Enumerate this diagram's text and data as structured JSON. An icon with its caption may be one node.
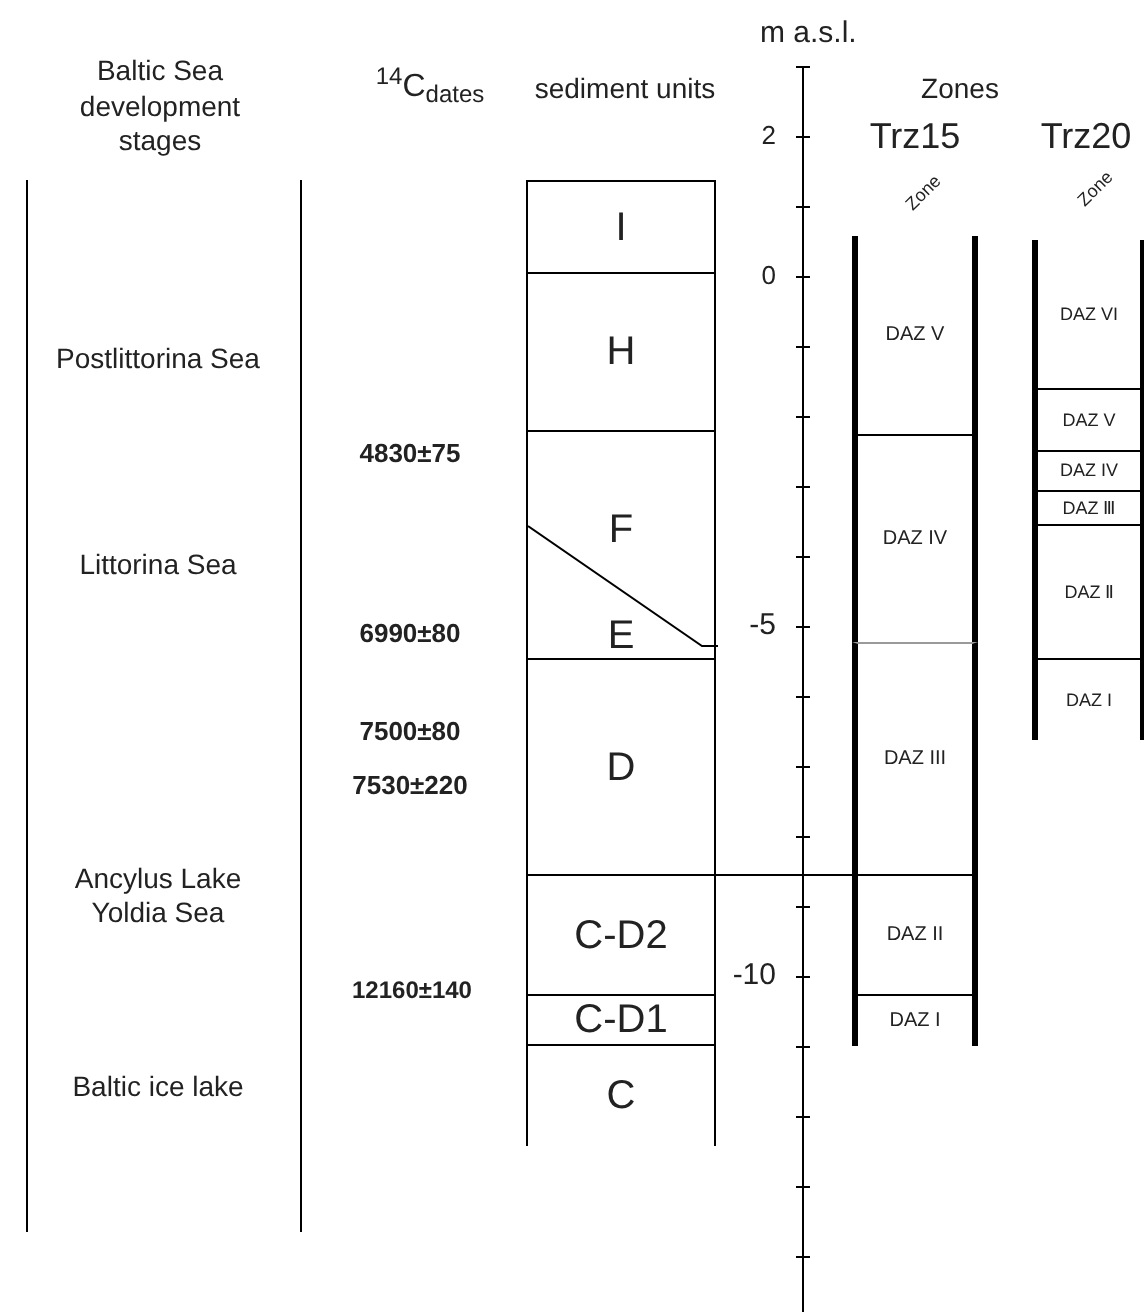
{
  "diagram": {
    "nodes": [
      {
        "text": [
          "I"
        ]
      },
      {
        "text": [
          "H"
        ]
      },
      {
        "text": [
          "F",
          "E"
        ]
      },
      {
        "text": [
          "D"
        ]
      },
      {
        "text": [
          "C-D2"
        ]
      },
      {
        "text": [
          "C-D1"
        ]
      },
      {
        "text": [
          "C"
        ]
      },
      {
        "text": [
          "DAZ V"
        ]
      },
      {
        "text": [
          "DAZ IV"
        ]
      },
      {
        "text": [
          "DAZ III"
        ]
      },
      {
        "text": [
          "DAZ II"
        ]
      },
      {
        "text": [
          "DAZ I"
        ]
      },
      {
        "text": [
          "DAZ VI"
        ]
      },
      {
        "text": [
          "DAZ V"
        ]
      },
      {
        "text": [
          "DAZ IV"
        ]
      },
      {
        "text": [
          "DAZ Ⅲ"
        ]
      },
      {
        "text": [
          "DAZ Ⅱ"
        ]
      },
      {
        "text": [
          "DAZ I"
        ]
      }
    ],
    "edges": [
      {
        "from": 4,
        "to": 10,
        "arrow": "none"
      }
    ],
    "labels": [
      "Baltic Sea development stages",
      "$^{14}$C$_{dates}$",
      "sediment units",
      "m a.s.l.",
      "Zones",
      "2",
      "Trz15",
      "Trz20",
      "Zone",
      "Zone",
      "0",
      "Postlittorina Sea",
      "4830±75",
      "Littorina Sea",
      "-5",
      "6990±80",
      "7500±80",
      "7530±220",
      "Ancylus Lake",
      "Yoldia Sea",
      "-10",
      "12160±140",
      "Baltic ice lake"
    ]
  }
}
